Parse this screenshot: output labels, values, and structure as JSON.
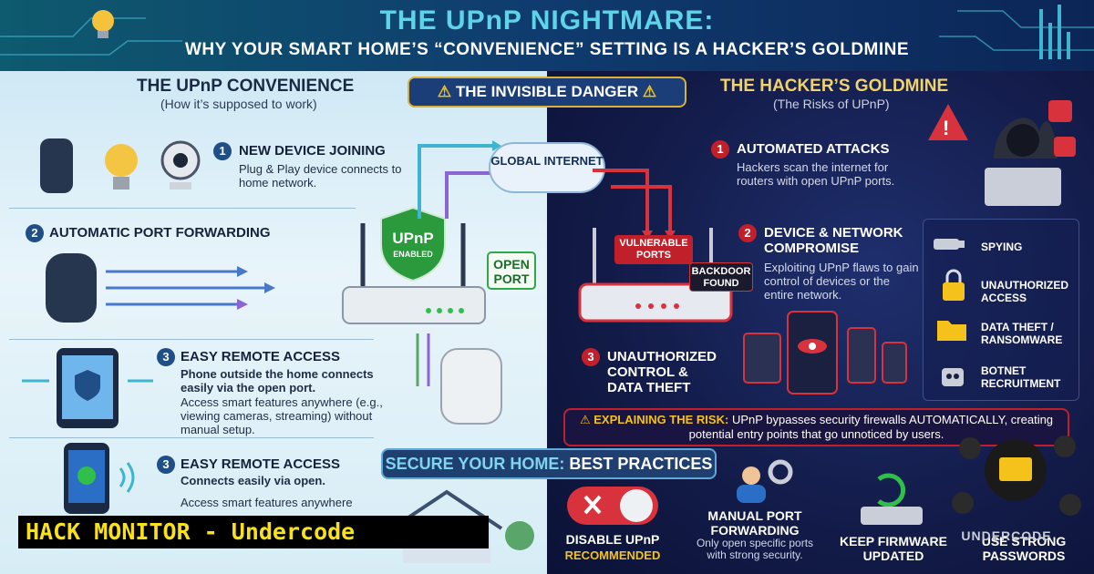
{
  "header": {
    "title": "THE UPnP NIGHTMARE:",
    "subtitle": "WHY YOUR SMART HOME’S “CONVENIENCE” SETTING IS A HACKER’S GOLDMINE"
  },
  "left": {
    "heading": "THE UPnP CONVENIENCE",
    "subheading": "(How it’s supposed to work)",
    "steps": [
      {
        "num": "1",
        "title": "NEW DEVICE JOINING",
        "body": "Plug & Play device connects to home network."
      },
      {
        "num": "2",
        "title": "AUTOMATIC PORT FORWARDING"
      },
      {
        "num": "3",
        "title": "EASY REMOTE ACCESS",
        "body": "Phone outside the home connects easily via the open port.",
        "body2": "Access smart features anywhere (e.g., viewing cameras, streaming) without manual setup."
      },
      {
        "num": "3",
        "title": "EASY REMOTE ACCESS",
        "body": "Connects easily via open.",
        "body2": "Access smart features anywhere"
      }
    ],
    "router_badge_line1": "UPnP",
    "router_badge_line2": "ENABLED",
    "open_port": "OPEN PORT"
  },
  "center": {
    "danger": "THE INVISIBLE DANGER",
    "cloud": "GLOBAL INTERNET"
  },
  "right": {
    "heading": "THE HACKER’S GOLDMINE",
    "subheading": "(The Risks of UPnP)",
    "steps": [
      {
        "num": "1",
        "title": "AUTOMATED ATTACKS",
        "body": "Hackers scan the internet for routers with open UPnP ports."
      },
      {
        "num": "2",
        "title": "DEVICE & NETWORK COMPROMISE",
        "body": "Exploiting UPnP flaws to gain control of devices or the entire network."
      },
      {
        "num": "3",
        "title": "UNAUTHORIZED CONTROL & DATA THEFT"
      }
    ],
    "vulnerable_ports": "VULNERABLE PORTS",
    "backdoor_found": "BACKDOOR FOUND",
    "risks": [
      "SPYING",
      "UNAUTHORIZED ACCESS",
      "DATA THEFT / RANSOMWARE",
      "BOTNET RECRUITMENT"
    ],
    "explain_label": "EXPLAINING THE RISK:",
    "explain_text": "UPnP bypasses security firewalls AUTOMATICALLY, creating potential entry points that go unnoticed by users."
  },
  "best_practices": {
    "banner_strong": "SECURE YOUR HOME:",
    "banner_rest": " BEST PRACTICES",
    "items": [
      {
        "title": "DISABLE UPnP",
        "sub": "RECOMMENDED"
      },
      {
        "title": "MANUAL PORT FORWARDING",
        "sub": "Only open specific ports with strong security."
      },
      {
        "title": "KEEP FIRMWARE UPDATED"
      },
      {
        "title": "USE STRONG PASSWORDS"
      }
    ]
  },
  "watermark": "HACK MONITOR - Undercode",
  "logo_text": "UNDERCODE",
  "colors": {
    "accent_cyan": "#5fd3e8",
    "danger_red": "#c0202a",
    "gold": "#f1d36a"
  }
}
